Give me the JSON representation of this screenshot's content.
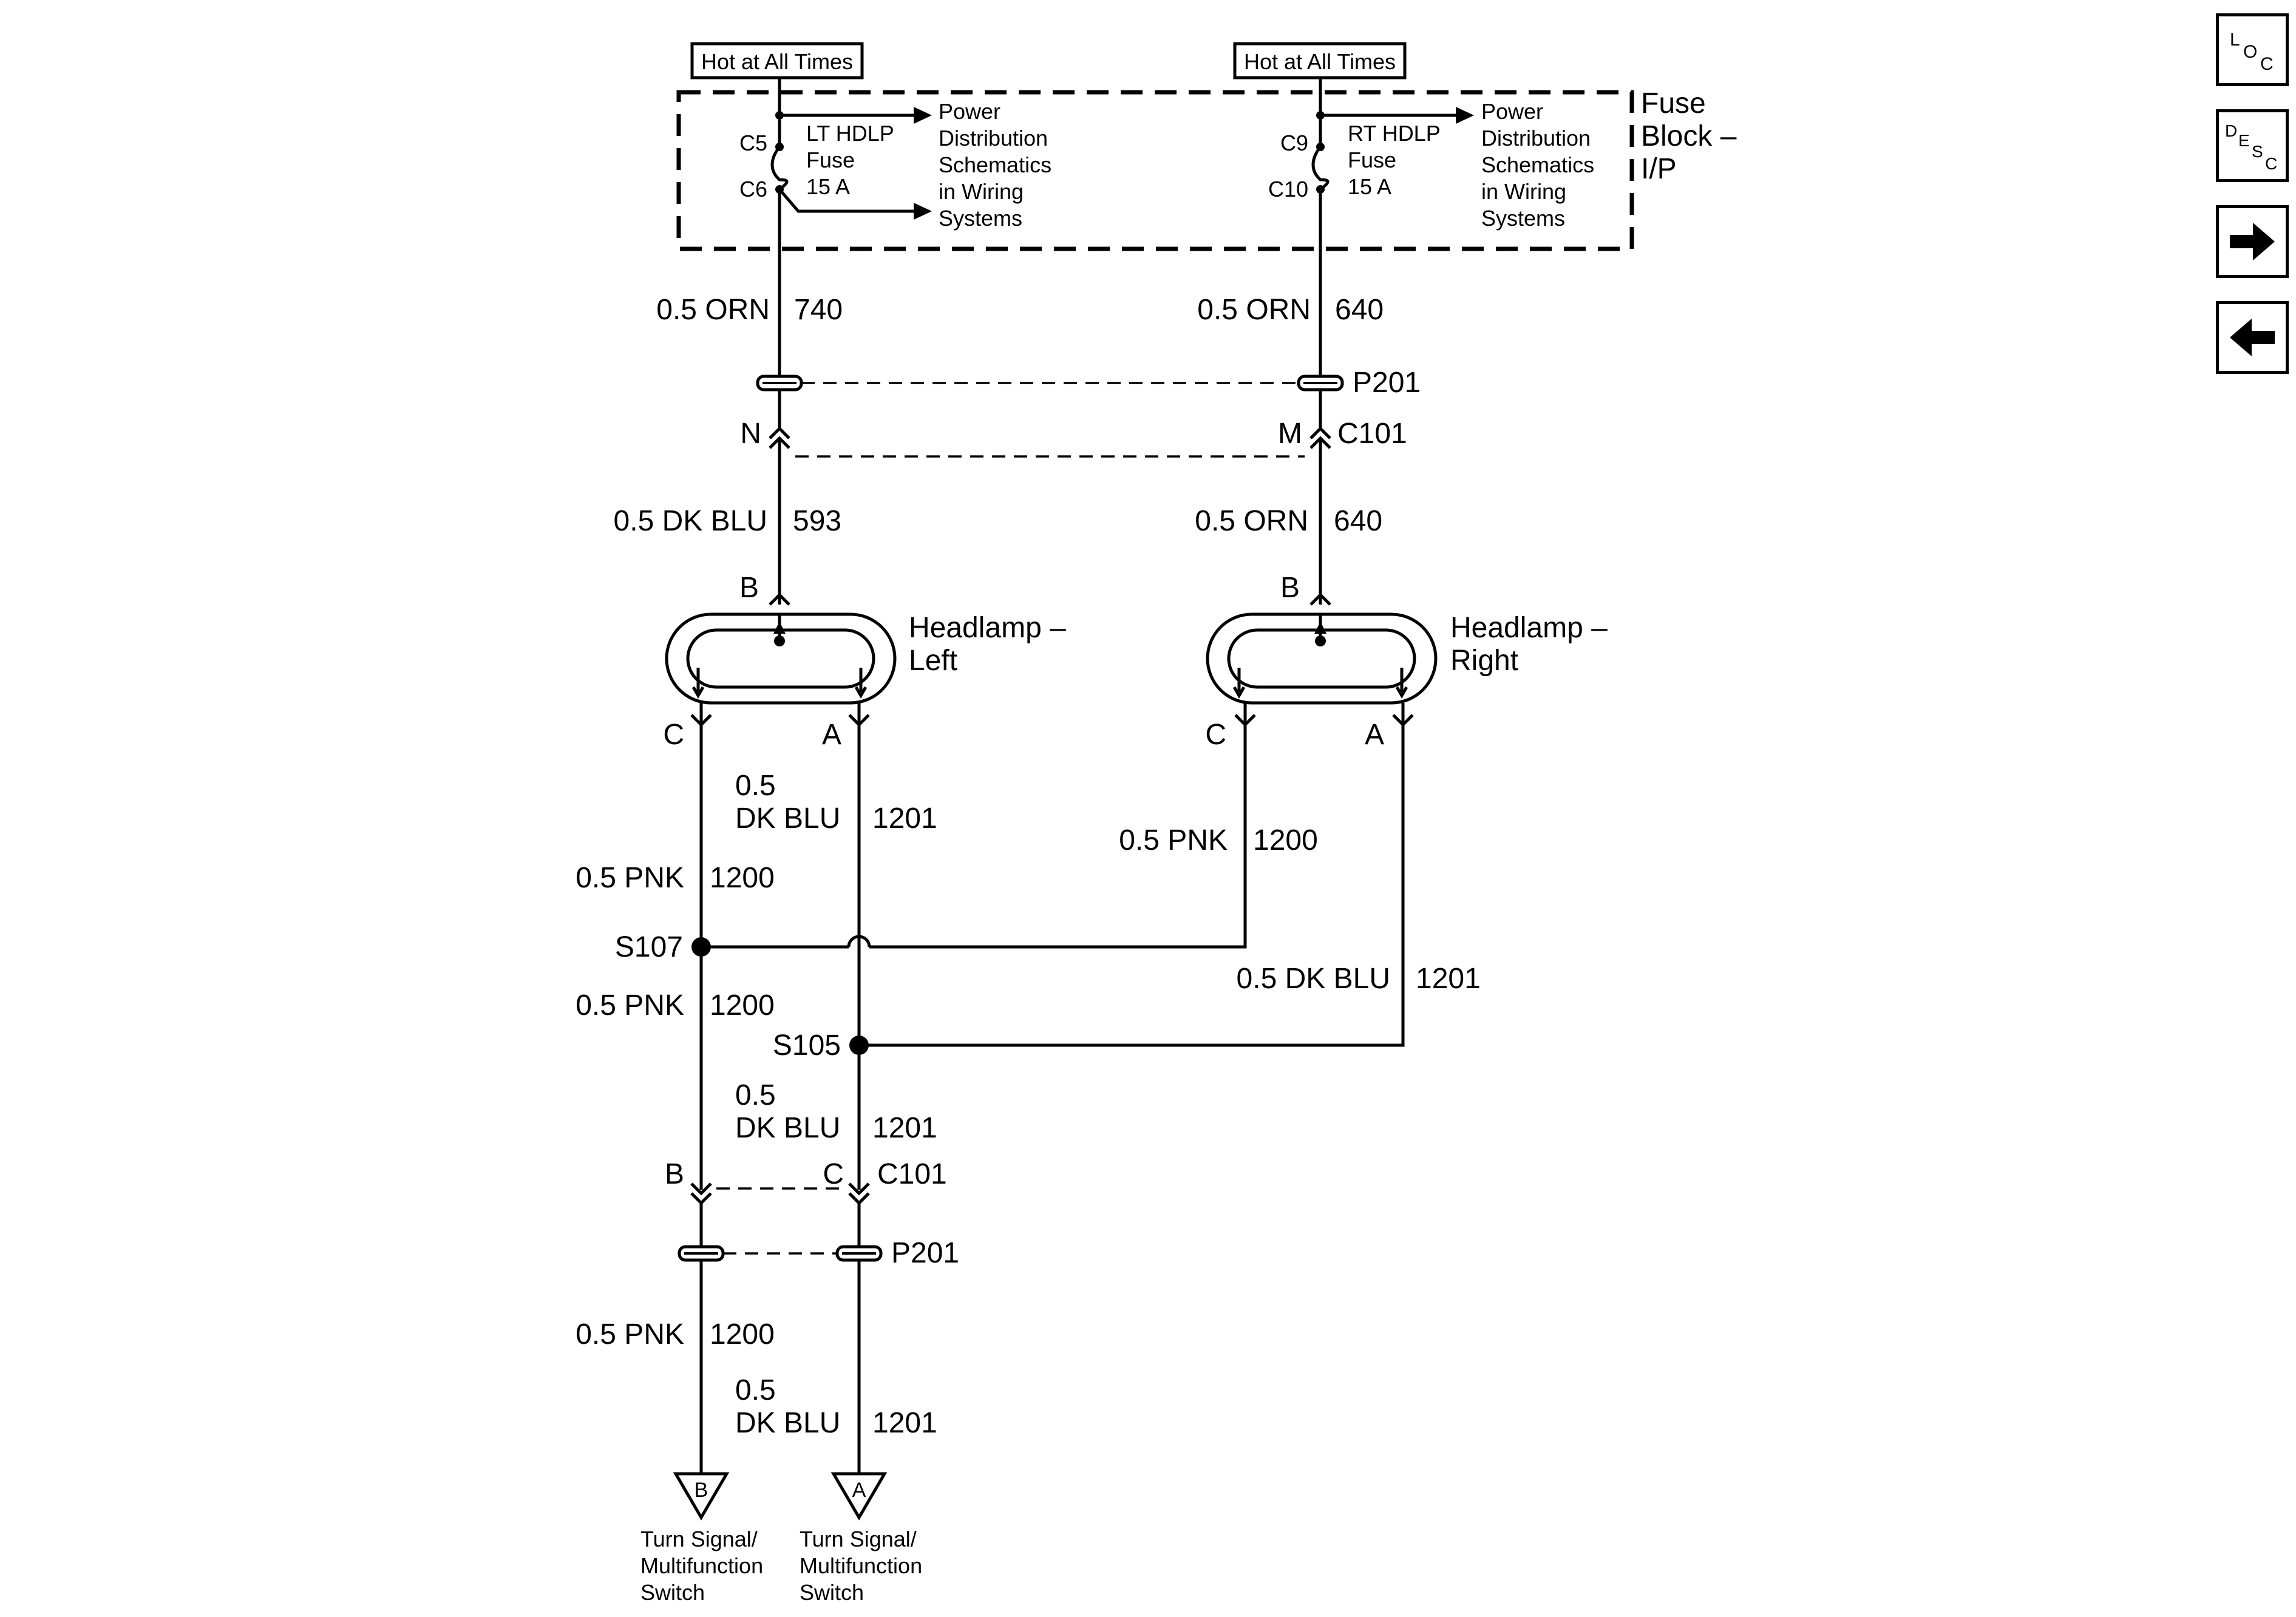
{
  "nav": {
    "loc": {
      "l": "L",
      "o": "O",
      "c": "C"
    },
    "desc": {
      "d": "D",
      "e": "E",
      "s": "S",
      "c": "C"
    }
  },
  "top": {
    "hot_left": "Hot at All Times",
    "hot_right": "Hot at All Times",
    "fuse_block": [
      "Fuse",
      "Block –",
      "I/P"
    ],
    "lt_fuse": [
      "LT HDLP",
      "Fuse",
      "15 A"
    ],
    "rt_fuse": [
      "RT HDLP",
      "Fuse",
      "15 A"
    ],
    "power_dist": [
      "Power",
      "Distribution",
      "Schematics",
      "in Wiring",
      "Systems"
    ],
    "pins": {
      "c5": "C5",
      "c6": "C6",
      "c9": "C9",
      "c10": "C10"
    }
  },
  "wires": {
    "orn_740": {
      "gauge": "0.5 ORN",
      "circuit": "740"
    },
    "orn_640_top": {
      "gauge": "0.5 ORN",
      "circuit": "640"
    },
    "dkblu_593": {
      "gauge": "0.5 DK BLU",
      "circuit": "593"
    },
    "orn_640_mid": {
      "gauge": "0.5 ORN",
      "circuit": "640"
    },
    "dkblu_1201_a": {
      "gauge1": "0.5",
      "gauge2": "DK BLU",
      "circuit": "1201"
    },
    "pnk_1200_a": {
      "gauge": "0.5 PNK",
      "circuit": "1200"
    },
    "pnk_1200_r": {
      "gauge": "0.5 PNK",
      "circuit": "1200"
    },
    "dkblu_1201_r": {
      "gauge": "0.5 DK BLU",
      "circuit": "1201"
    },
    "pnk_1200_b": {
      "gauge": "0.5 PNK",
      "circuit": "1200"
    },
    "dkblu_1201_b": {
      "gauge1": "0.5",
      "gauge2": "DK BLU",
      "circuit": "1201"
    },
    "pnk_1200_c": {
      "gauge": "0.5 PNK",
      "circuit": "1200"
    },
    "dkblu_1201_c": {
      "gauge1": "0.5",
      "gauge2": "DK BLU",
      "circuit": "1201"
    }
  },
  "connectors": {
    "p201_top": "P201",
    "c101_top": "C101",
    "pin_n": "N",
    "pin_m": "M",
    "c101_bottom": "C101",
    "p201_bottom": "P201",
    "pin_b_bottom": "B",
    "pin_c_bottom": "C"
  },
  "headlamps": {
    "left": {
      "name1": "Headlamp –",
      "name2": "Left",
      "pin_b": "B",
      "pin_c": "C",
      "pin_a": "A"
    },
    "right": {
      "name1": "Headlamp –",
      "name2": "Right",
      "pin_b": "B",
      "pin_c": "C",
      "pin_a": "A"
    }
  },
  "splices": {
    "s107": "S107",
    "s105": "S105"
  },
  "outputs": {
    "b": {
      "letter": "B",
      "label": [
        "Turn Signal/",
        "Multifunction",
        "Switch"
      ]
    },
    "a": {
      "letter": "A",
      "label": [
        "Turn Signal/",
        "Multifunction",
        "Switch"
      ]
    }
  }
}
